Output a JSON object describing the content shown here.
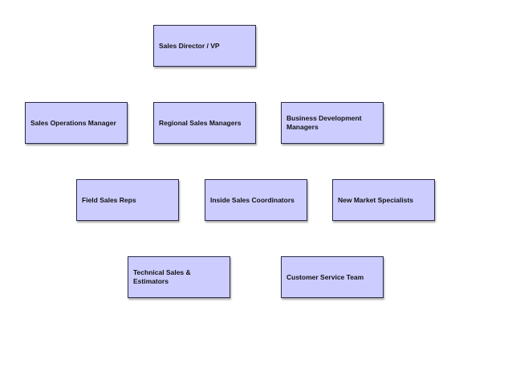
{
  "diagram": {
    "nodes": {
      "sales_director": {
        "label": "Sales Director / VP"
      },
      "sales_operations_manager": {
        "label": "Sales Operations Manager"
      },
      "regional_sales_managers": {
        "label": "Regional Sales Managers"
      },
      "business_development_managers": {
        "label": "Business Development Managers"
      },
      "field_sales_reps": {
        "label": "Field Sales Reps"
      },
      "inside_sales_coordinators": {
        "label": "Inside Sales Coordinators"
      },
      "new_market_specialists": {
        "label": "New Market Specialists"
      },
      "technical_sales_estimators": {
        "label": "Technical Sales & Estimators"
      },
      "customer_service_team": {
        "label": "Customer Service Team"
      }
    },
    "colors": {
      "node_fill": "#ccccff",
      "node_border": "#2b2b4a",
      "text": "#111111",
      "background": "#ffffff"
    }
  }
}
